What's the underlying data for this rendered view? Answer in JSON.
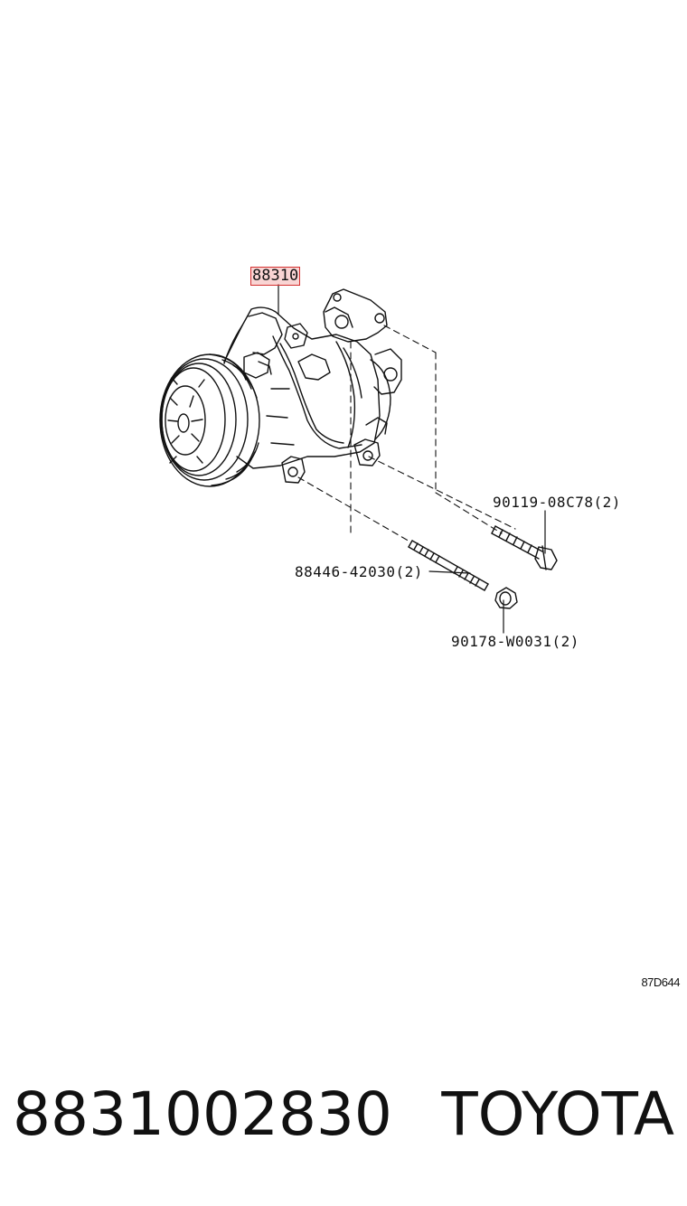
{
  "diagram": {
    "main_part_ref": "88310",
    "callouts": {
      "bolt_top": "90119-08C78(2)",
      "stud": "88446-42030(2)",
      "nut": "90178-W0031(2)"
    },
    "drawing_code": "87D644"
  },
  "footer": {
    "part_number": "8831002830",
    "brand": "TOYOTA"
  },
  "colors": {
    "line": "#111111",
    "highlight_border": "#d32f2f",
    "highlight_fill": "#e53935"
  }
}
